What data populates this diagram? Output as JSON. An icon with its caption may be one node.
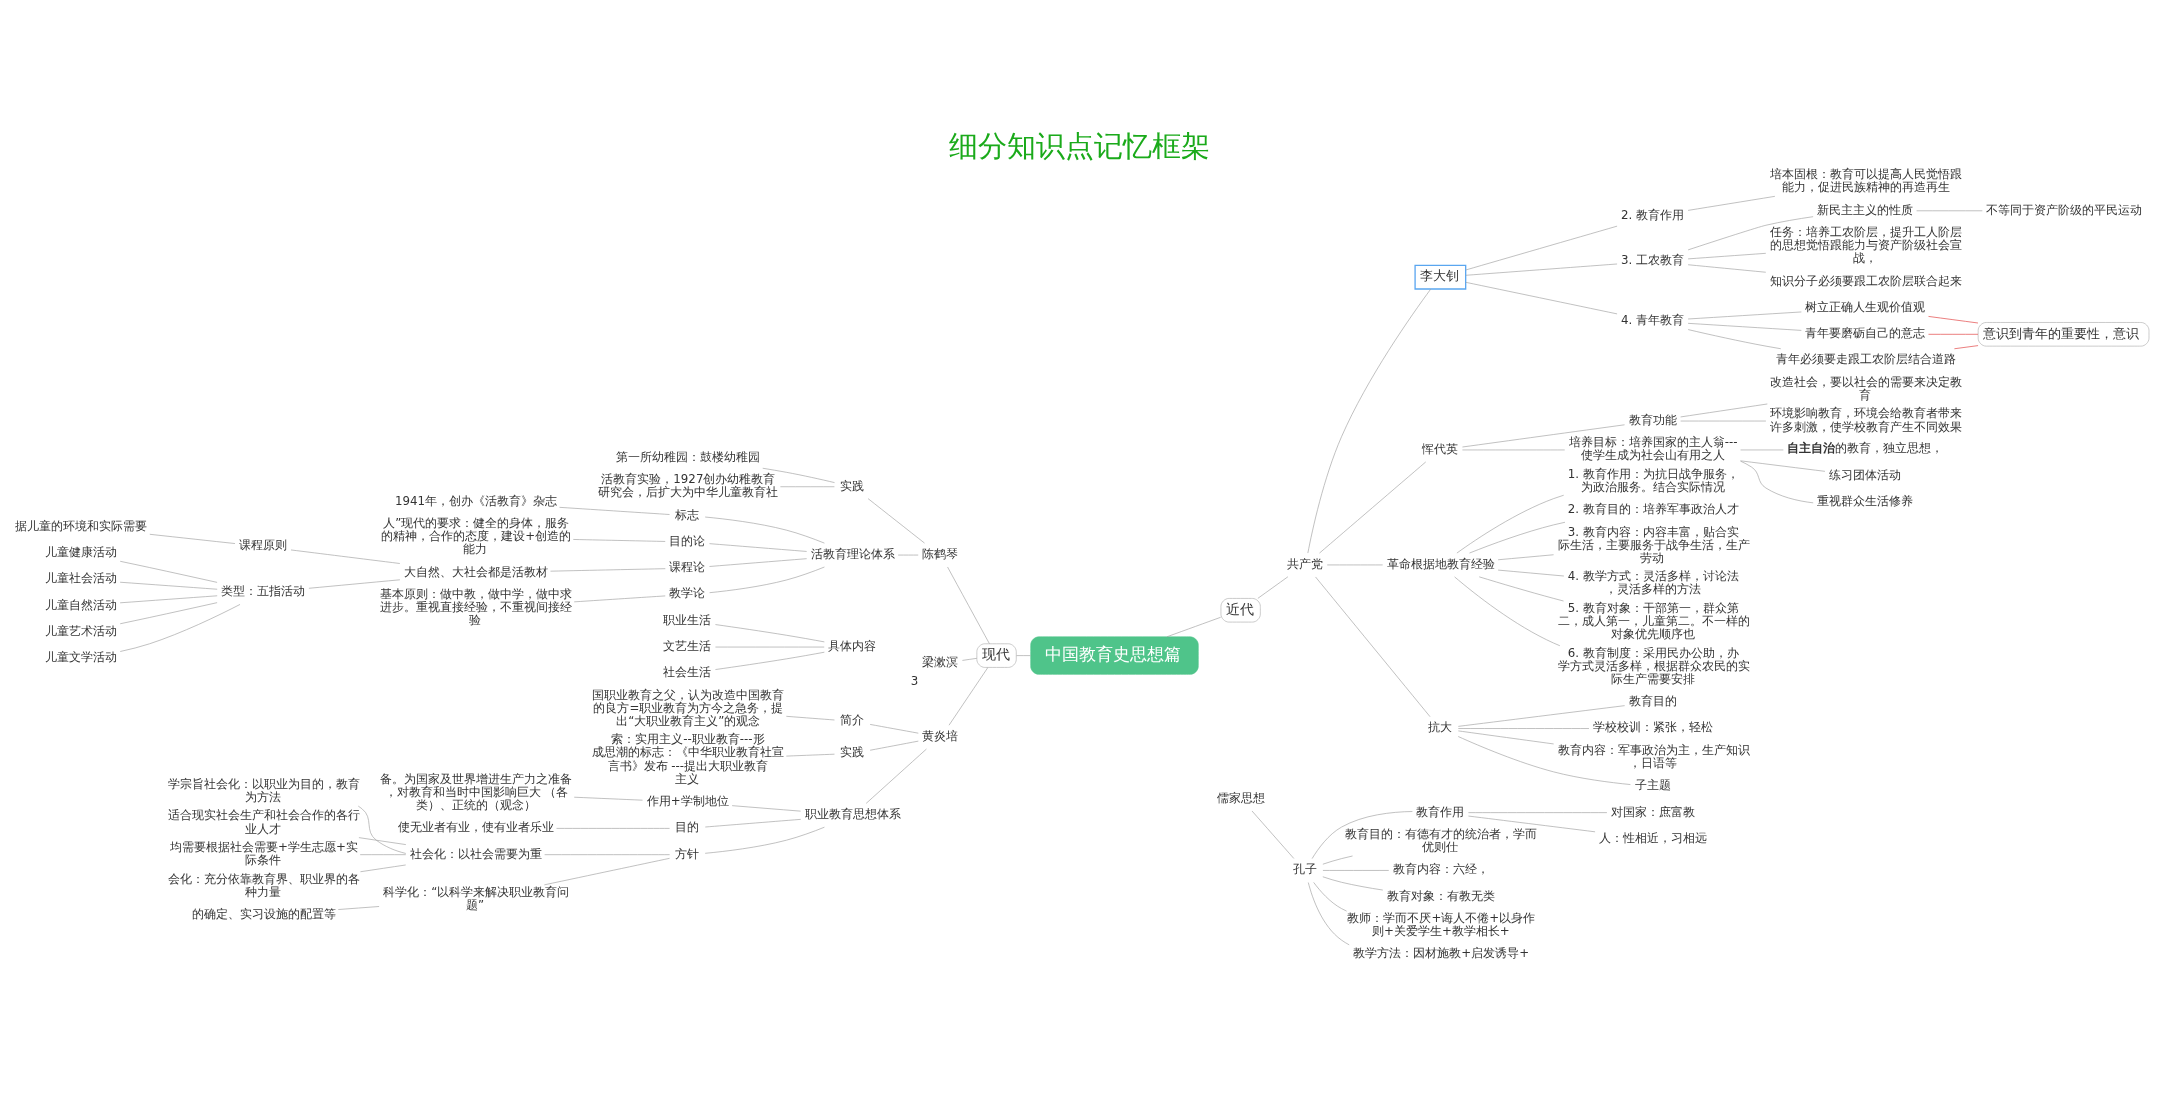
{
  "diagram": {
    "title": "细分知识点记忆框架",
    "nodes": [
      {
        "text": [
          "中国教育史思想篇"
        ]
      },
      {
        "text": [
          "现代"
        ]
      },
      {
        "text": [
          "陈鹤琴"
        ]
      },
      {
        "text": [
          "具体内容"
        ]
      },
      {
        "text": [
          "职业生活"
        ]
      },
      {
        "text": [
          "文艺生活"
        ]
      },
      {
        "text": [
          "社会生活"
        ]
      },
      {
        "text": [
          "实践"
        ]
      },
      {
        "text": [
          "第一所幼稚园：鼓楼幼稚园"
        ]
      },
      {
        "text": [
          "活教育实验，1927创办幼稚教育研究会，后扩大为中华儿童教育社"
        ]
      },
      {
        "text": [
          "活教育理论体系"
        ]
      },
      {
        "text": [
          "标志"
        ]
      },
      {
        "text": [
          "1941年，创办《活教育》杂志"
        ]
      },
      {
        "text": [
          "目的论"
        ]
      },
      {
        "text": [
          "人”现代的要求：健全的身体，服务的精神，合作的态度，建设+创造的能力"
        ]
      },
      {
        "text": [
          "课程论"
        ]
      },
      {
        "text": [
          "大自然、大社会都是活教材"
        ]
      },
      {
        "text": [
          "课程原则"
        ]
      },
      {
        "text": [
          "据儿童的环境和实际需要"
        ]
      },
      {
        "text": [
          "类型：五指活动"
        ]
      },
      {
        "text": [
          "儿童健康活动"
        ]
      },
      {
        "text": [
          "儿童社会活动"
        ]
      },
      {
        "text": [
          "儿童自然活动"
        ]
      },
      {
        "text": [
          "儿童艺术活动"
        ]
      },
      {
        "text": [
          "儿童文学活动"
        ]
      },
      {
        "text": [
          "教学论"
        ]
      },
      {
        "text": [
          "基本原则：做中教，做中学，做中求进步。重视直接经验，不重视间接经验"
        ]
      },
      {
        "text": [
          "梁漱溟"
        ],
        "beside": [
          "3"
        ]
      },
      {
        "text": [
          "黄炎培"
        ]
      },
      {
        "text": [
          "简介"
        ]
      },
      {
        "text": [
          "国职业教育之父，认为改造中国教育的良方=职业教育为方今之急务，提出“大职业教育主义”的观念"
        ]
      },
      {
        "text": [
          "实践"
        ]
      },
      {
        "text": [
          "索：实用主义--职业教育---形成思潮的标志：《中华职业教育社宣言书》发布 ---提出大职业教育主义"
        ]
      },
      {
        "text": [
          "职业教育思想体系"
        ]
      },
      {
        "text": [
          "作用+学制地位"
        ]
      },
      {
        "text": [
          "备。为国家及世界增进生产力之准备，对教育和当时中国影响巨大 （各类）、正统的（观念）"
        ]
      },
      {
        "text": [
          "目的"
        ]
      },
      {
        "text": [
          "使无业者有业，使有业者乐业"
        ]
      },
      {
        "text": [
          "方针"
        ]
      },
      {
        "text": [
          "社会化：以社会需要为重"
        ]
      },
      {
        "text": [
          "学宗旨社会化：以职业为目的，教育为方法"
        ]
      },
      {
        "text": [
          "适合现实社会生产和社会合作的各行业人才"
        ]
      },
      {
        "text": [
          "均需要根据社会需要+学生志愿+实际条件"
        ]
      },
      {
        "text": [
          "会化：充分依靠教育界、职业界的各种力量"
        ]
      },
      {
        "text": [
          "科学化：“以科学来解决职业教育问题”"
        ]
      },
      {
        "text": [
          "的确定、实习设施的配置等"
        ]
      },
      {
        "text": [
          "近代"
        ]
      },
      {
        "text": [
          "共产党"
        ]
      },
      {
        "text": [
          "李大钊"
        ]
      },
      {
        "text": [
          "2. 教育作用"
        ]
      },
      {
        "text": [
          "培本固根：教育可以提高人民觉悟跟能力，促进民族精神的再造再生"
        ]
      },
      {
        "text": [
          "3. 工农教育"
        ]
      },
      {
        "text": [
          "新民主主义的性质"
        ]
      },
      {
        "text": [
          "不等同于资产阶级的平民运动"
        ]
      },
      {
        "text": [
          "任务：培养工农阶层，提升工人阶层的思想觉悟跟能力与资产阶级社会宣战，"
        ]
      },
      {
        "text": [
          "知识分子必须要跟工农阶层联合起来"
        ]
      },
      {
        "text": [
          "4. 青年教育"
        ]
      },
      {
        "text": [
          "树立正确人生观价值观"
        ]
      },
      {
        "text": [
          "青年要磨砺自己的意志"
        ]
      },
      {
        "text": [
          "青年必须要走跟工农阶层结合道路"
        ]
      },
      {
        "text": [
          "意识到青年的重要性，意识"
        ]
      },
      {
        "text": [
          "恽代英"
        ]
      },
      {
        "text": [
          "教育功能"
        ]
      },
      {
        "text": [
          "改造社会，要以社会的需要来决定教育"
        ]
      },
      {
        "text": [
          "环境影响教育，环境会给教育者带来许多刺激，使学校教育产生不同效果"
        ]
      },
      {
        "text": [
          "培养目标：培养国家的主人翁---使学生成为社会山有用之人"
        ]
      },
      {
        "text": [
          "**自主自治**的教育，独立思想，"
        ]
      },
      {
        "text": [
          "练习团体活动"
        ]
      },
      {
        "text": [
          "重视群众生活修养"
        ]
      },
      {
        "text": [
          "革命根据地教育经验"
        ]
      },
      {
        "text": [
          "1. 教育作用：为抗日战争服务，为政治服务。结合实际情况"
        ]
      },
      {
        "text": [
          "2. 教育目的：培养军事政治人才"
        ]
      },
      {
        "text": [
          "3. 教育内容：内容丰富，贴合实际生活，主要服务于战争生活，生产劳动"
        ]
      },
      {
        "text": [
          "4. 教学方式：灵活多样，讨论法，灵活多样的方法"
        ]
      },
      {
        "text": [
          "5. 教育对象：干部第一，群众第二，成人第一，儿童第二。不一样的对象优先顺序也"
        ]
      },
      {
        "text": [
          "6. 教育制度：采用民办公助，办学方式灵活多样，根据群众农民的实际生产需要安排"
        ]
      },
      {
        "text": [
          "抗大"
        ]
      },
      {
        "text": [
          "教育目的"
        ]
      },
      {
        "text": [
          "学校校训：紧张，轻松"
        ]
      },
      {
        "text": [
          "教育内容：军事政治为主，生产知识，日语等"
        ]
      },
      {
        "text": [
          "子主题"
        ]
      },
      {
        "text": [
          "儒家思想"
        ]
      },
      {
        "text": [
          "孔子"
        ]
      },
      {
        "text": [
          "教育作用"
        ]
      },
      {
        "text": [
          "对国家：庶富教"
        ]
      },
      {
        "text": [
          "人：性相近，习相远"
        ]
      },
      {
        "text": [
          "教育目的：有德有才的统治者，学而优则仕"
        ]
      },
      {
        "text": [
          "教育内容：六经，"
        ]
      },
      {
        "text": [
          "教育对象：有教无类"
        ]
      },
      {
        "text": [
          "教师：学而不厌+诲人不倦+以身作则+关爱学生+教学相长+"
        ]
      },
      {
        "text": [
          "教学方法：因材施教+启发诱导+"
        ]
      }
    ],
    "edges": [
      {
        "from": 0,
        "to": 1,
        "arrow": "none"
      },
      {
        "from": 1,
        "to": 2,
        "arrow": "none"
      },
      {
        "from": 3,
        "to": 4,
        "arrow": "none"
      },
      {
        "from": 3,
        "to": 5,
        "arrow": "none"
      },
      {
        "from": 3,
        "to": 6,
        "arrow": "none"
      },
      {
        "from": 2,
        "to": 7,
        "arrow": "none"
      },
      {
        "from": 7,
        "to": 8,
        "arrow": "none"
      },
      {
        "from": 7,
        "to": 9,
        "arrow": "none"
      },
      {
        "from": 2,
        "to": 10,
        "arrow": "none"
      },
      {
        "from": 10,
        "to": 11,
        "arrow": "none"
      },
      {
        "from": 11,
        "to": 12,
        "arrow": "none"
      },
      {
        "from": 10,
        "to": 13,
        "arrow": "none"
      },
      {
        "from": 13,
        "to": 14,
        "arrow": "none"
      },
      {
        "from": 10,
        "to": 15,
        "arrow": "none"
      },
      {
        "from": 15,
        "to": 16,
        "arrow": "none"
      },
      {
        "from": 16,
        "to": 17,
        "arrow": "none"
      },
      {
        "from": 17,
        "to": 18,
        "arrow": "none"
      },
      {
        "from": 16,
        "to": 19,
        "arrow": "none"
      },
      {
        "from": 19,
        "to": 20,
        "arrow": "none"
      },
      {
        "from": 19,
        "to": 21,
        "arrow": "none"
      },
      {
        "from": 19,
        "to": 22,
        "arrow": "none"
      },
      {
        "from": 19,
        "to": 23,
        "arrow": "none"
      },
      {
        "from": 19,
        "to": 24,
        "arrow": "none"
      },
      {
        "from": 10,
        "to": 25,
        "arrow": "none"
      },
      {
        "from": 25,
        "to": 26,
        "arrow": "none"
      },
      {
        "from": 1,
        "to": 27,
        "arrow": "none"
      },
      {
        "from": 1,
        "to": 28,
        "arrow": "none"
      },
      {
        "from": 28,
        "to": 29,
        "arrow": "none"
      },
      {
        "from": 29,
        "to": 30,
        "arrow": "none"
      },
      {
        "from": 28,
        "to": 31,
        "arrow": "none"
      },
      {
        "from": 31,
        "to": 32,
        "arrow": "none"
      },
      {
        "from": 28,
        "to": 33,
        "arrow": "none"
      },
      {
        "from": 33,
        "to": 34,
        "arrow": "none"
      },
      {
        "from": 34,
        "to": 35,
        "arrow": "none"
      },
      {
        "from": 33,
        "to": 36,
        "arrow": "none"
      },
      {
        "from": 36,
        "to": 37,
        "arrow": "none"
      },
      {
        "from": 33,
        "to": 38,
        "arrow": "none"
      },
      {
        "from": 38,
        "to": 39,
        "arrow": "none"
      },
      {
        "from": 39,
        "to": 40,
        "arrow": "none"
      },
      {
        "from": 39,
        "to": 41,
        "arrow": "none"
      },
      {
        "from": 39,
        "to": 42,
        "arrow": "none"
      },
      {
        "from": 39,
        "to": 43,
        "arrow": "none"
      },
      {
        "from": 38,
        "to": 44,
        "arrow": "none"
      },
      {
        "from": 44,
        "to": 45,
        "arrow": "none"
      },
      {
        "from": 0,
        "to": 46,
        "arrow": "none"
      },
      {
        "from": 46,
        "to": 47,
        "arrow": "none"
      },
      {
        "from": 47,
        "to": 48,
        "arrow": "none"
      },
      {
        "from": 48,
        "to": 49,
        "arrow": "none"
      },
      {
        "from": 49,
        "to": 50,
        "arrow": "none"
      },
      {
        "from": 48,
        "to": 51,
        "arrow": "none"
      },
      {
        "from": 51,
        "to": 52,
        "arrow": "none"
      },
      {
        "from": 52,
        "to": 53,
        "arrow": "none"
      },
      {
        "from": 51,
        "to": 54,
        "arrow": "none"
      },
      {
        "from": 51,
        "to": 55,
        "arrow": "none"
      },
      {
        "from": 48,
        "to": 56,
        "arrow": "none"
      },
      {
        "from": 56,
        "to": 57,
        "arrow": "none"
      },
      {
        "from": 56,
        "to": 58,
        "arrow": "none"
      },
      {
        "from": 56,
        "to": 59,
        "arrow": "none"
      },
      {
        "from": 57,
        "to": 60,
        "arrow": "none",
        "color": "#e03c3c"
      },
      {
        "from": 58,
        "to": 60,
        "arrow": "none",
        "color": "#e03c3c"
      },
      {
        "from": 59,
        "to": 60,
        "arrow": "none",
        "color": "#e03c3c"
      },
      {
        "from": 47,
        "to": 61,
        "arrow": "none"
      },
      {
        "from": 61,
        "to": 62,
        "arrow": "none"
      },
      {
        "from": 62,
        "to": 63,
        "arrow": "none"
      },
      {
        "from": 62,
        "to": 64,
        "arrow": "none"
      },
      {
        "from": 61,
        "to": 65,
        "arrow": "none"
      },
      {
        "from": 65,
        "to": 66,
        "arrow": "none"
      },
      {
        "from": 65,
        "to": 67,
        "arrow": "none"
      },
      {
        "from": 65,
        "to": 68,
        "arrow": "none"
      },
      {
        "from": 47,
        "to": 69,
        "arrow": "none"
      },
      {
        "from": 69,
        "to": 70,
        "arrow": "none"
      },
      {
        "from": 69,
        "to": 71,
        "arrow": "none"
      },
      {
        "from": 69,
        "to": 72,
        "arrow": "none"
      },
      {
        "from": 69,
        "to": 73,
        "arrow": "none"
      },
      {
        "from": 69,
        "to": 74,
        "arrow": "none"
      },
      {
        "from": 69,
        "to": 75,
        "arrow": "none"
      },
      {
        "from": 47,
        "to": 76,
        "arrow": "none"
      },
      {
        "from": 76,
        "to": 77,
        "arrow": "none"
      },
      {
        "from": 76,
        "to": 78,
        "arrow": "none"
      },
      {
        "from": 76,
        "to": 79,
        "arrow": "none"
      },
      {
        "from": 76,
        "to": 80,
        "arrow": "none"
      },
      {
        "from": 81,
        "to": 82,
        "arrow": "none"
      },
      {
        "from": 82,
        "to": 83,
        "arrow": "none"
      },
      {
        "from": 83,
        "to": 84,
        "arrow": "none"
      },
      {
        "from": 83,
        "to": 85,
        "arrow": "none"
      },
      {
        "from": 82,
        "to": 86,
        "arrow": "none"
      },
      {
        "from": 82,
        "to": 87,
        "arrow": "none"
      },
      {
        "from": 82,
        "to": 88,
        "arrow": "none"
      },
      {
        "from": 82,
        "to": 89,
        "arrow": "none"
      },
      {
        "from": 82,
        "to": 90,
        "arrow": "none"
      }
    ]
  }
}
